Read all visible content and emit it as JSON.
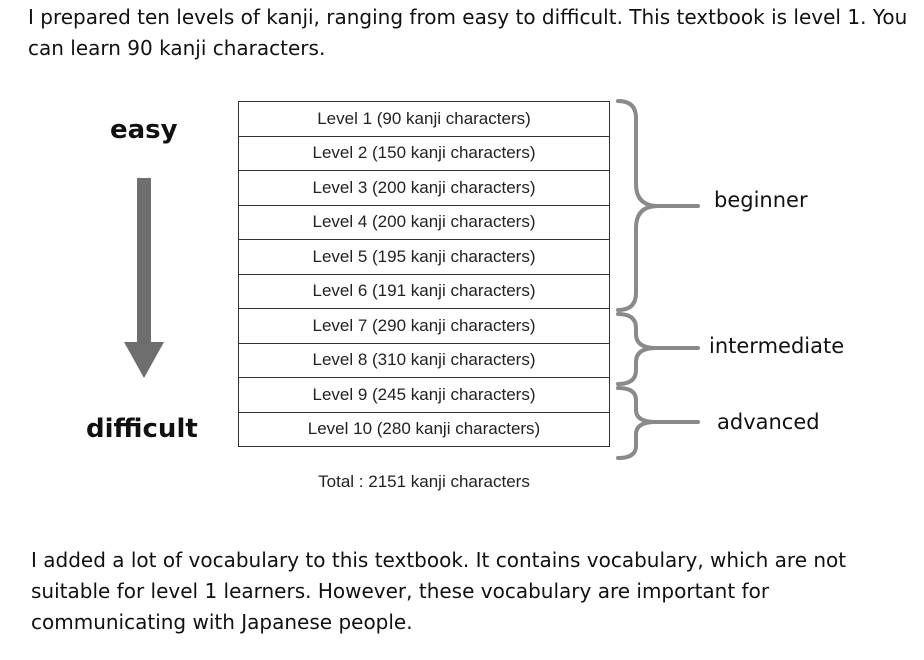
{
  "intro": "I prepared ten levels of kanji, ranging from easy to difficult. This textbook is level 1. You can learn 90 kanji characters.",
  "easy_label": "easy",
  "difficult_label": "difficult",
  "levels": [
    "Level 1 (90 kanji characters)",
    "Level 2 (150 kanji characters)",
    "Level 3 (200 kanji characters)",
    "Level 4 (200 kanji characters)",
    "Level 5 (195 kanji characters)",
    "Level 6 (191 kanji characters)",
    "Level 7 (290 kanji characters)",
    "Level 8 (310 kanji characters)",
    "Level 9 (245 kanji characters)",
    "Level 10 (280 kanji characters)"
  ],
  "total": "Total : 2151 kanji characters",
  "groups": {
    "beginner": "beginner",
    "intermediate": "intermediate",
    "advanced": "advanced"
  },
  "outro": "I added a lot of vocabulary to this textbook. It contains vocabulary, which are not suitable for level 1 learners. However, these vocabulary are important for communicating with Japanese people.",
  "colors": {
    "arrow": "#6e6e6e",
    "brace": "#8a8a8a",
    "table_border": "#333333"
  }
}
